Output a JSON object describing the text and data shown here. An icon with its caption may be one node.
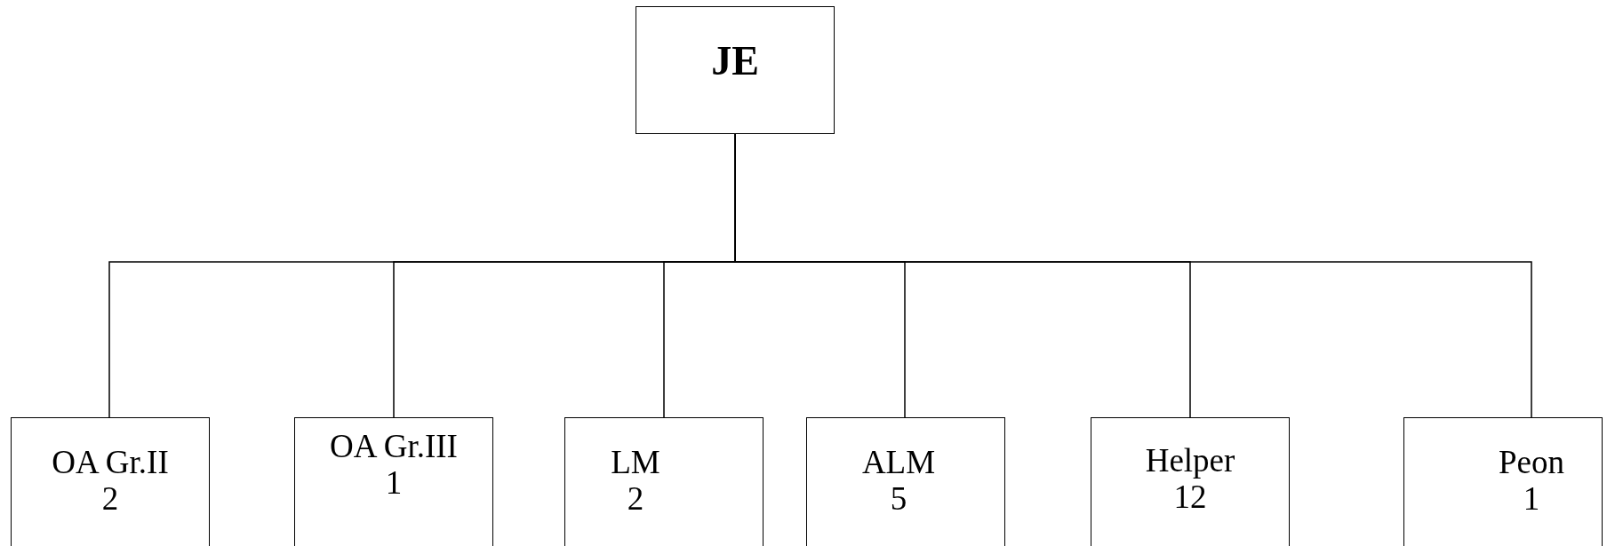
{
  "diagram": {
    "nodes": [
      {
        "text": [
          "JE"
        ]
      },
      {
        "text": [
          "OA Gr.II",
          "2"
        ]
      },
      {
        "text": [
          "OA Gr.III",
          "1"
        ]
      },
      {
        "text": [
          "LM",
          "2"
        ]
      },
      {
        "text": [
          "ALM",
          "5"
        ]
      },
      {
        "text": [
          "Helper",
          "12"
        ]
      },
      {
        "text": [
          "Peon",
          "1"
        ]
      }
    ],
    "edges": [
      {
        "from": 0,
        "to": 1,
        "arrow": "none"
      },
      {
        "from": 0,
        "to": 2,
        "arrow": "none"
      },
      {
        "from": 0,
        "to": 3,
        "arrow": "none"
      },
      {
        "from": 0,
        "to": 4,
        "arrow": "none"
      },
      {
        "from": 0,
        "to": 5,
        "arrow": "none"
      },
      {
        "from": 0,
        "to": 6,
        "arrow": "none"
      }
    ]
  }
}
